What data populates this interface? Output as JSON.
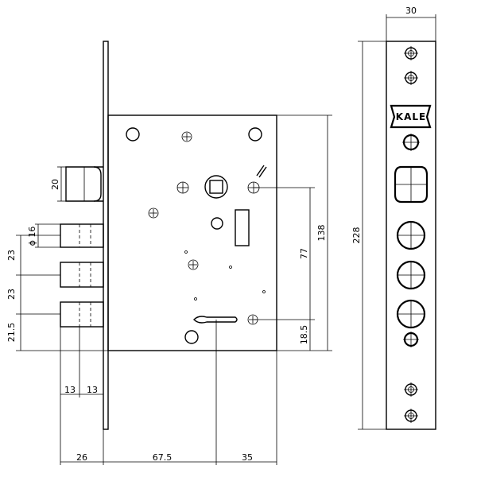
{
  "brand": "KALE",
  "dimensions": {
    "faceplate_width": "30",
    "total_height": "228",
    "case_height": "138",
    "spindle_to_key": "77",
    "key_to_bottom": "18.5",
    "deadbolt_height": "20",
    "bolt_diameter": "ϕ 16",
    "bolt_spacing_1": "23",
    "bolt_spacing_2": "23",
    "bolt_bottom": "21.5",
    "bolt_step_1": "13",
    "bolt_step_2": "13",
    "bolt_projection": "26",
    "backset": "67.5",
    "case_remainder": "35"
  }
}
